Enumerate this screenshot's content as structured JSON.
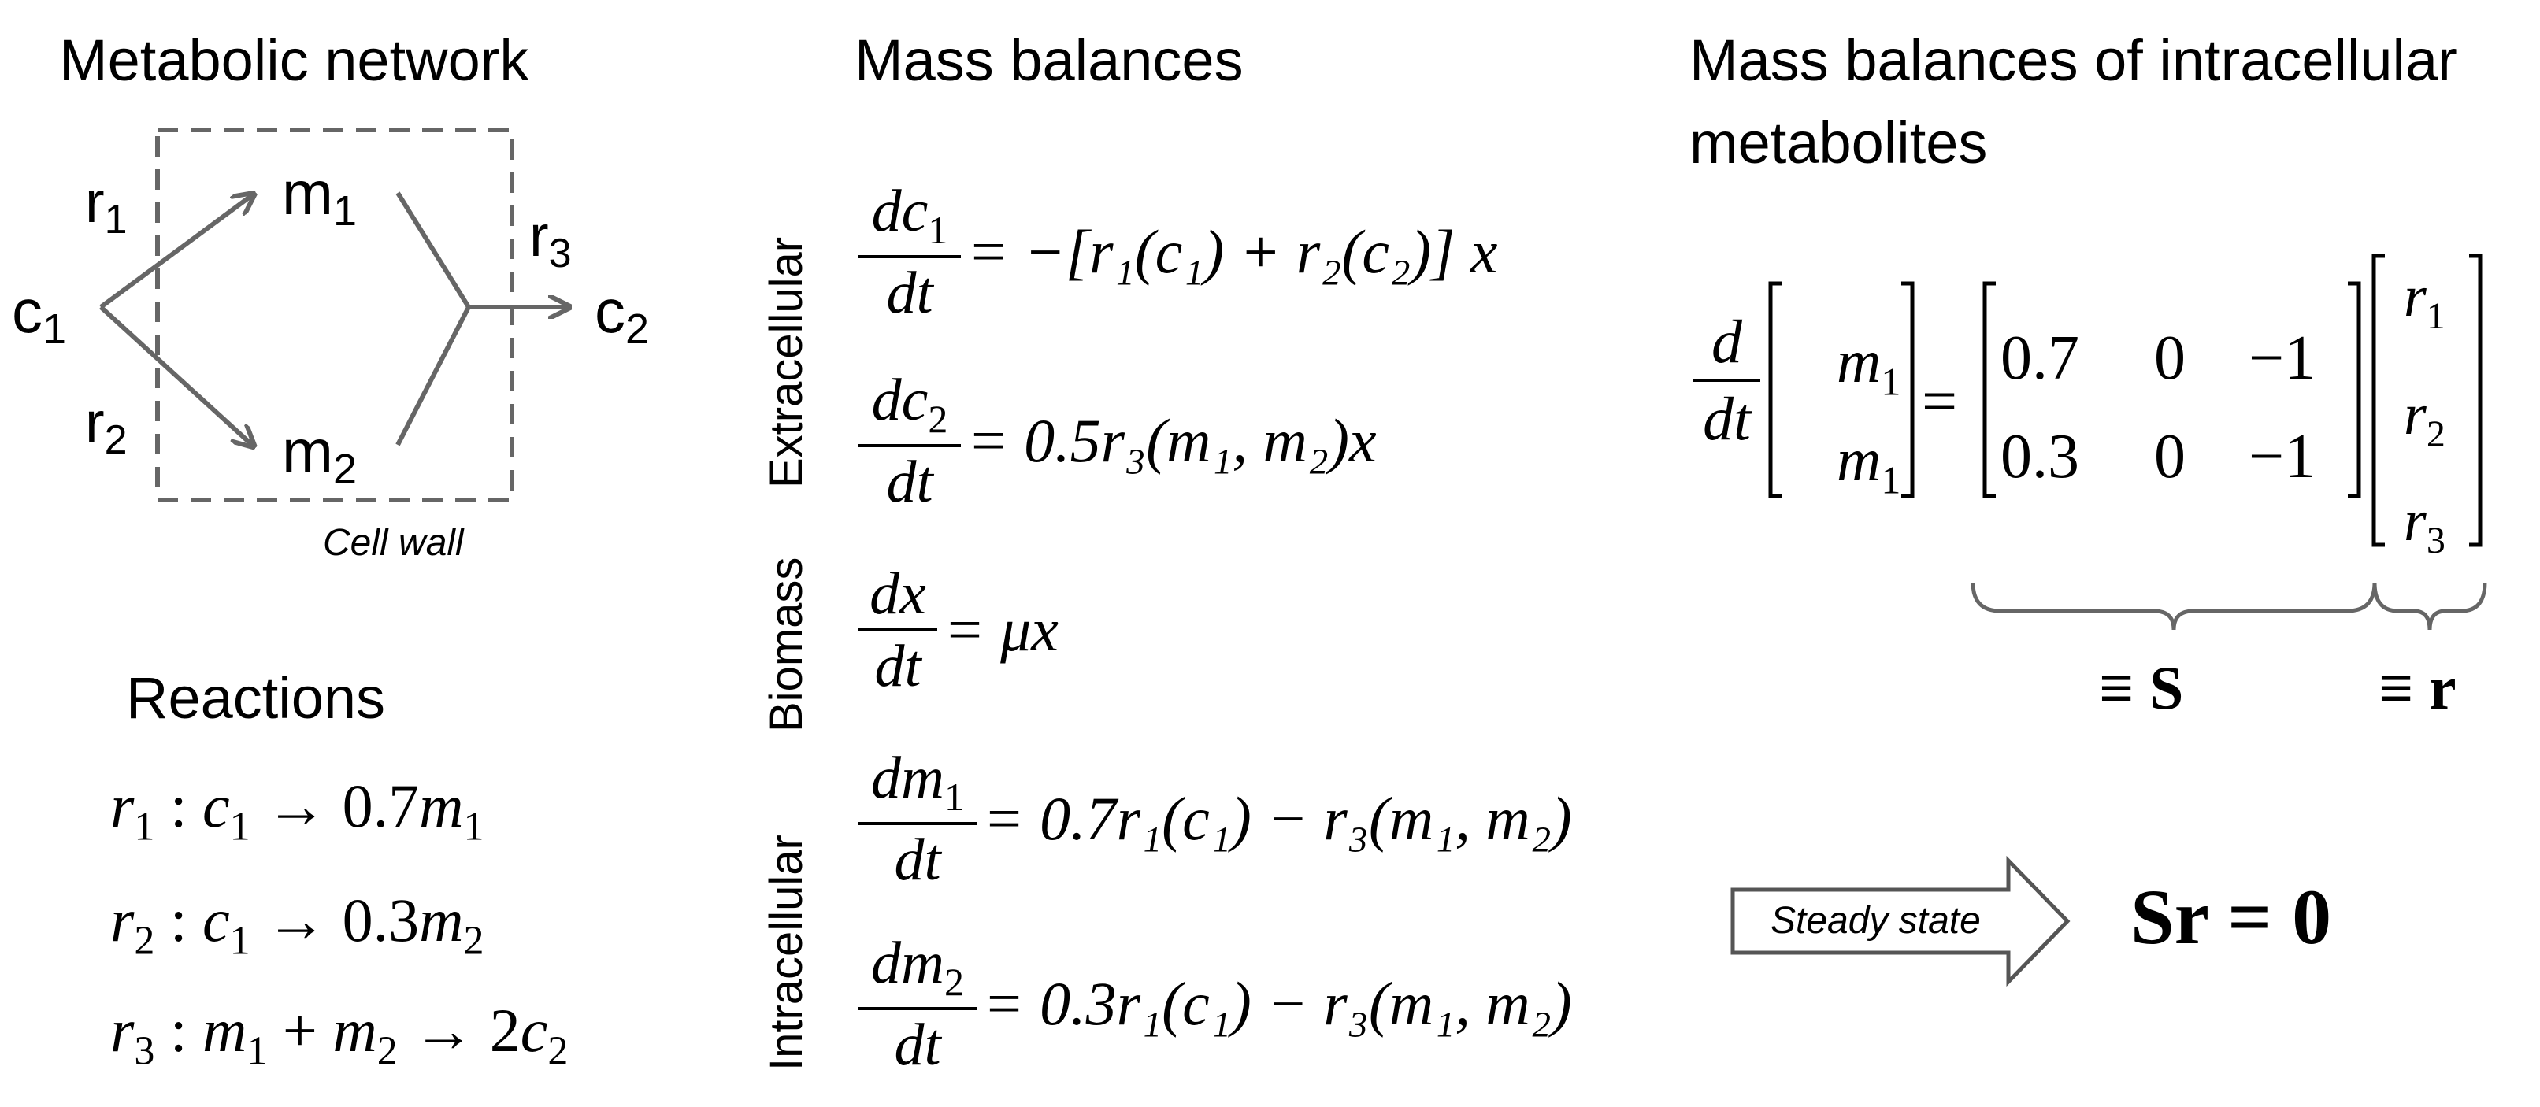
{
  "network": {
    "heading": "Metabolic network",
    "cell_wall_label": "Cell wall",
    "nodes": [
      {
        "main": "c",
        "sub": "1"
      },
      {
        "main": "m",
        "sub": "1"
      },
      {
        "main": "m",
        "sub": "2"
      },
      {
        "main": "c",
        "sub": "2"
      }
    ],
    "reactions": [
      {
        "main": "r",
        "sub": "1"
      },
      {
        "main": "r",
        "sub": "2"
      },
      {
        "main": "r",
        "sub": "3"
      }
    ]
  },
  "reactions": {
    "heading": "Reactions",
    "lines": [
      {
        "r": "r",
        "rs": "1",
        "lhs": "c",
        "lhss": "1",
        "coef": "0.7",
        "rhs": "m",
        "rhss": "1"
      },
      {
        "r": "r",
        "rs": "2",
        "lhs": "c",
        "lhss": "1",
        "coef": "0.3",
        "rhs": "m",
        "rhss": "2"
      },
      {
        "r": "r",
        "rs": "3",
        "lhs1": "m",
        "lhs1s": "1",
        "plus": "+",
        "lhs2": "m",
        "lhs2s": "2",
        "coef": "2",
        "rhs": "c",
        "rhss": "2"
      }
    ]
  },
  "mass_balances": {
    "heading": "Mass balances",
    "group_labels": [
      "Extracellular",
      "Biomass",
      "Intracellular"
    ],
    "equations": [
      {
        "num": "dc",
        "num_sub": "1",
        "den": "dt",
        "rhs": "= −[r₁(c₁) + r₂(c₂)] x"
      },
      {
        "num": "dc",
        "num_sub": "2",
        "den": "dt",
        "rhs": "= 0.5r₃(m₁, m₂)x"
      },
      {
        "num": "dx",
        "num_sub": "",
        "den": "dt",
        "rhs": "= μx"
      },
      {
        "num": "dm",
        "num_sub": "1",
        "den": "dt",
        "rhs": "= 0.7r₁(c₁) − r₃(m₁, m₂)"
      },
      {
        "num": "dm",
        "num_sub": "2",
        "den": "dt",
        "rhs": "= 0.3r₁(c₁) − r₃(m₁, m₂)"
      }
    ]
  },
  "intracellular": {
    "heading_line1": "Mass balances of intracellular",
    "heading_line2": "metabolites",
    "d_num": "d",
    "d_den": "dt",
    "vector_m": [
      {
        "main": "m",
        "sub": "1"
      },
      {
        "main": "m",
        "sub": "1"
      }
    ],
    "equals": "=",
    "matrix": [
      [
        "0.7",
        "0",
        "−1"
      ],
      [
        "0.3",
        "0",
        "−1"
      ]
    ],
    "vector_r": [
      {
        "main": "r",
        "sub": "1"
      },
      {
        "main": "r",
        "sub": "2"
      },
      {
        "main": "r",
        "sub": "3"
      }
    ],
    "S_label": "≡ S",
    "r_label": "≡ r",
    "steady_state_label": "Steady state",
    "result": "Sr = 0"
  },
  "colors": {
    "arrow": "#666666",
    "text": "#000000",
    "brace": "#666666"
  }
}
